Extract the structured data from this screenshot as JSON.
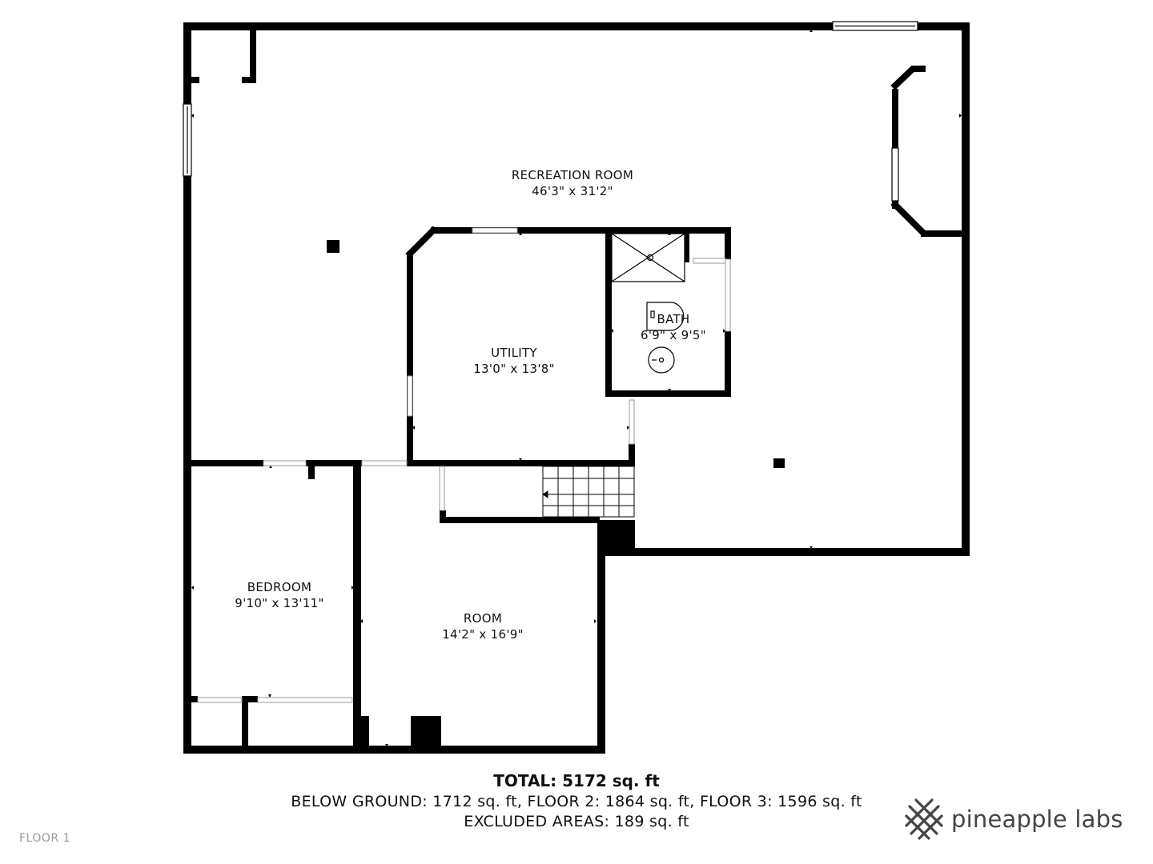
{
  "rooms": {
    "recreation": {
      "name": "RECREATION ROOM",
      "size": "46'3\" x 31'2\""
    },
    "utility": {
      "name": "UTILITY",
      "size": "13'0\" x 13'8\""
    },
    "bath": {
      "name": "BATH",
      "size": "6'9\" x 9'5\""
    },
    "bedroom": {
      "name": "BEDROOM",
      "size": "9'10\" x 13'11\""
    },
    "room": {
      "name": "ROOM",
      "size": "14'2\" x 16'9\""
    }
  },
  "summary": {
    "total": "TOTAL: 5172 sq. ft",
    "floors": "BELOW GROUND: 1712 sq. ft, FLOOR 2: 1864 sq. ft, FLOOR 3: 1596 sq. ft",
    "excluded": "EXCLUDED AREAS: 189 sq. ft"
  },
  "floor_tag": "FLOOR 1",
  "brand": {
    "name": "pineapple labs",
    "icon": "pineapple-lattice-icon"
  },
  "colors": {
    "wall": "#000000",
    "text": "#111111",
    "floor_tag": "#999999",
    "brand": "#444444"
  }
}
